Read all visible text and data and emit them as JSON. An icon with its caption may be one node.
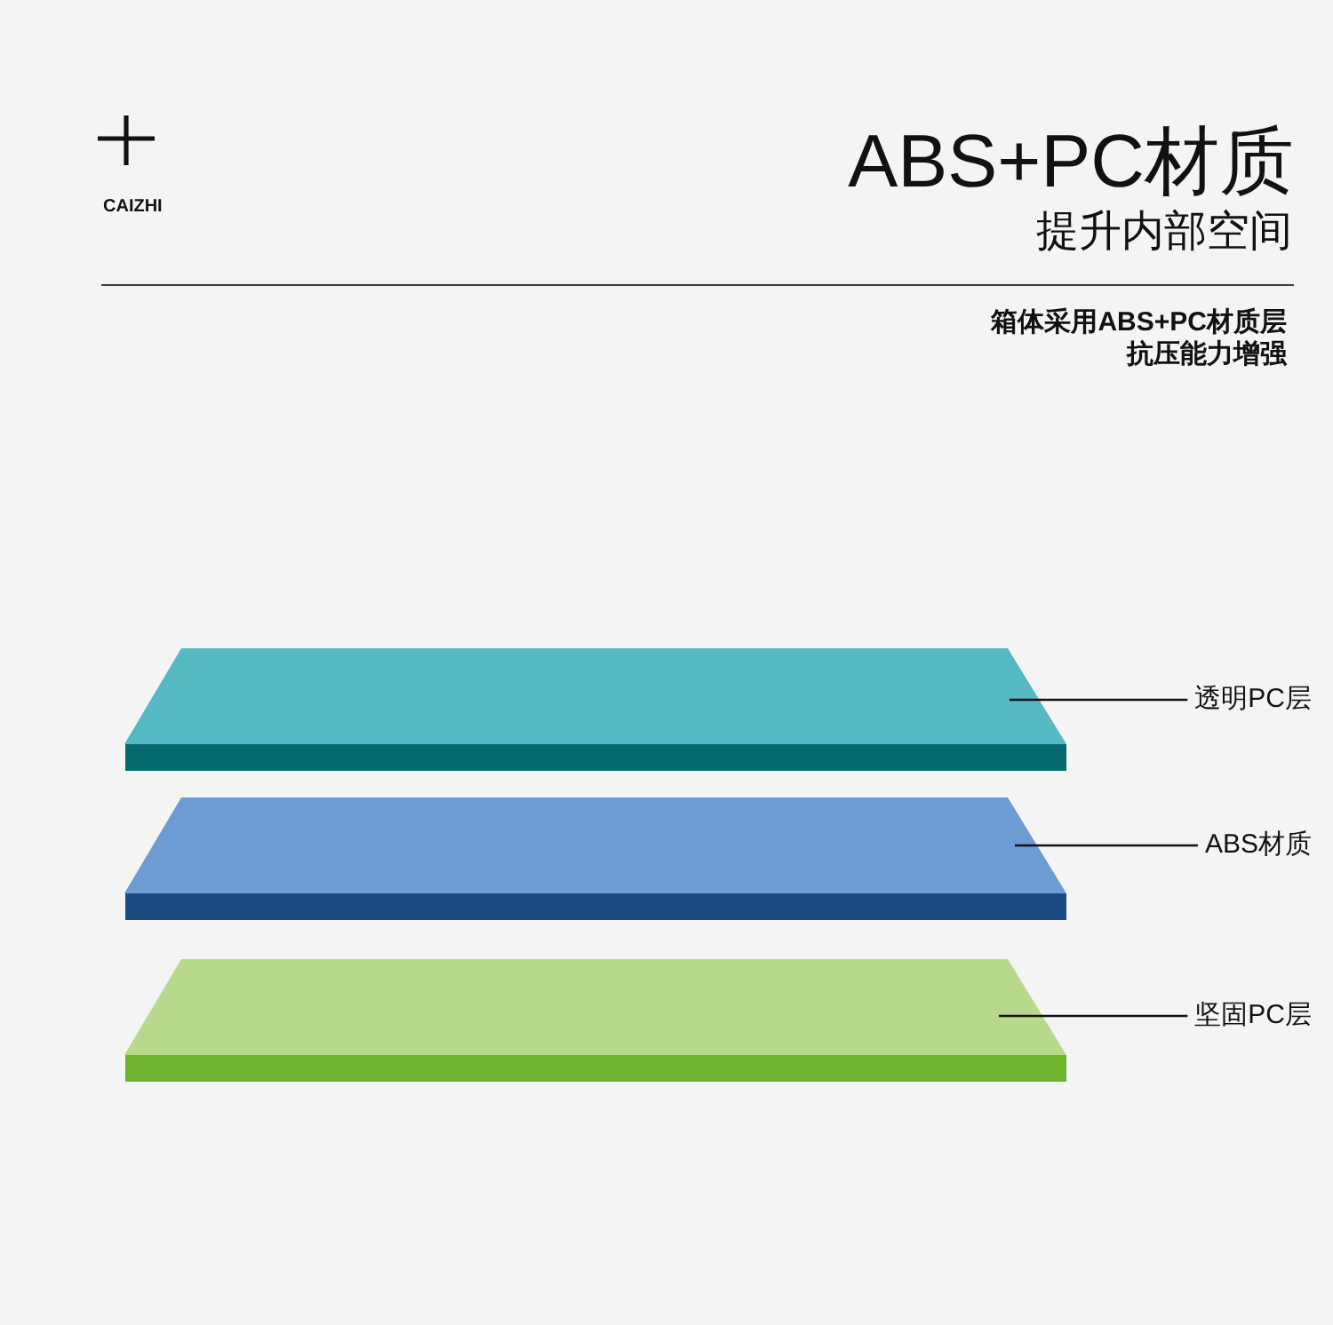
{
  "diagram": {
    "title": "ABS+PC材质",
    "nodes": [
      {
        "text": [],
        "shape": "box"
      },
      {
        "text": [
          "透明PC层"
        ]
      },
      {
        "text": [],
        "shape": "box"
      },
      {
        "text": [
          "ABS材质"
        ]
      },
      {
        "text": [],
        "shape": "box"
      },
      {
        "text": [
          "坚固PC层"
        ]
      }
    ],
    "edges": [
      {
        "from": 1,
        "to": 0,
        "arrow": "none"
      },
      {
        "from": 3,
        "to": 2,
        "arrow": "none"
      },
      {
        "from": 5,
        "to": 4,
        "arrow": "none"
      }
    ],
    "labels": [
      "CAIZHI",
      "提升内部空间",
      "箱体采用ABS+PC材质层",
      "抗压能力增强"
    ]
  }
}
